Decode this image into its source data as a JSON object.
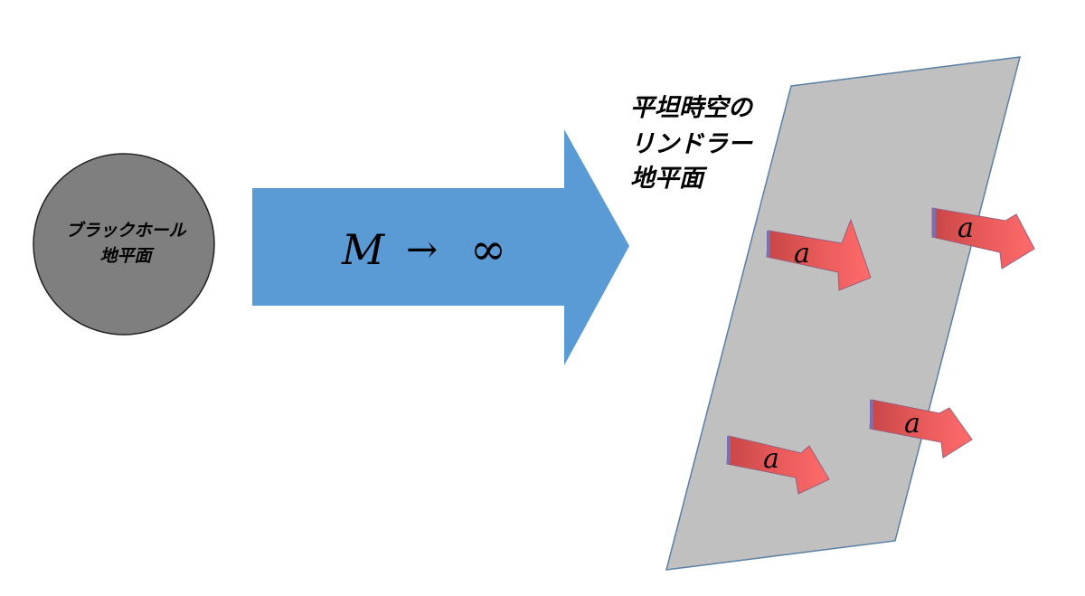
{
  "diagram": {
    "black_hole": {
      "label_line1": "ブラックホール",
      "label_line2": "地平面",
      "fill_color": "#7f7f7f"
    },
    "limit_arrow": {
      "variable": "M",
      "arrow_symbol": "→",
      "infinity": "∞",
      "fill_color": "#5b9bd5"
    },
    "rindler": {
      "title_line1": "平坦時空の",
      "title_line2": "リンドラー",
      "title_line3": "地平面",
      "plane_fill_color": "#c0c0c0",
      "plane_stroke_color": "#5a7fa5"
    },
    "acceleration_arrows": {
      "label": "a",
      "fill_color": "#e85a5a"
    }
  }
}
